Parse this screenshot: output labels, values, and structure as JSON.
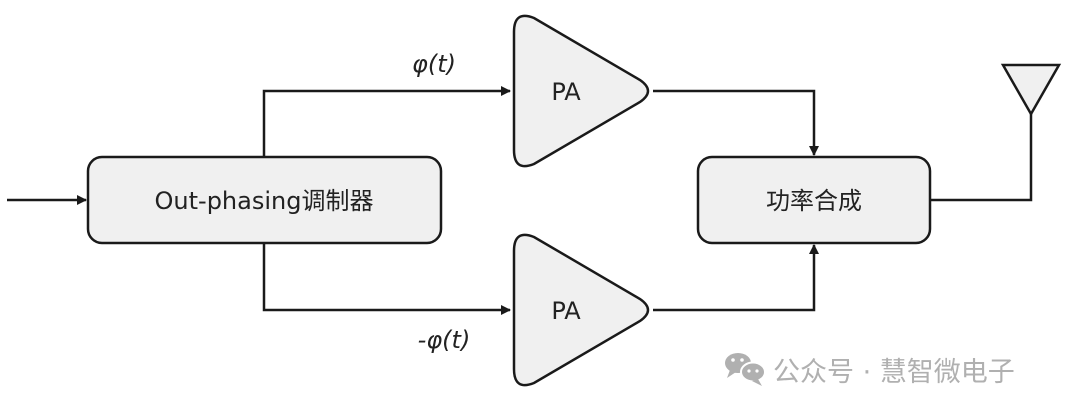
{
  "diagram": {
    "input_label": "",
    "modulator": {
      "label": "Out-phasing调制器"
    },
    "pa_upper": {
      "label": "PA",
      "signal": "φ(t)"
    },
    "pa_lower": {
      "label": "PA",
      "signal": "-φ(t)"
    },
    "combiner": {
      "label": "功率合成"
    },
    "antenna": {
      "icon": "antenna-icon"
    },
    "colors": {
      "block_fill": "#f0f0f0",
      "stroke": "#1a1a1a",
      "text": "#222222",
      "watermark": "#b0b0b0"
    }
  },
  "watermark": {
    "icon": "wechat-icon",
    "text": "公众号 · 慧智微电子"
  }
}
